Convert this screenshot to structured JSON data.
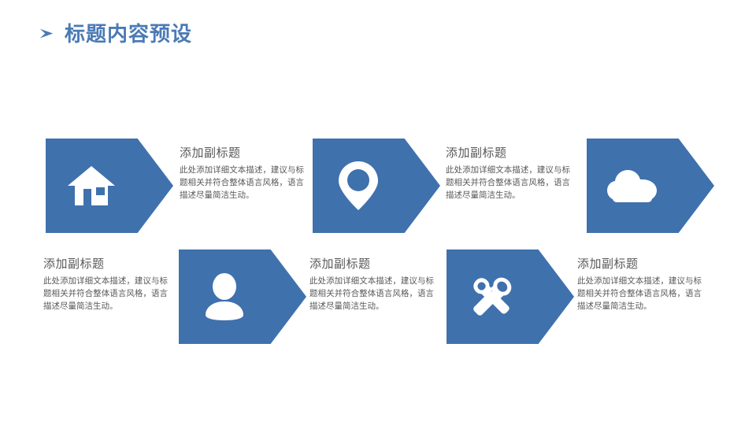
{
  "slide": {
    "background_color": "#ffffff",
    "accent_color": "#3f71ad",
    "title_color": "#4a7ab5",
    "text_color": "#595959"
  },
  "header": {
    "bullet_icon": "arrow-right-icon",
    "title": "标题内容预设"
  },
  "items": [
    {
      "icon": "home-icon",
      "heading": "添加副标题",
      "body": "此处添加详细文本描述，建议与标题相关并符合整体语言风格，语言描述尽量简洁生动。",
      "row": 1,
      "text_side": "right"
    },
    {
      "icon": "location-pin-icon",
      "heading": "添加副标题",
      "body": "此处添加详细文本描述，建议与标题相关并符合整体语言风格，语言描述尽量简洁生动。",
      "row": 1,
      "text_side": "right"
    },
    {
      "icon": "cloud-icon",
      "heading": "添加副标题",
      "body": "此处添加详细文本描述，建议与标题相关并符合整体语言风格，语言描述尽量简洁生动。",
      "row": 2,
      "text_side": "right"
    },
    {
      "icon": "user-icon",
      "heading": "添加副标题",
      "body": "此处添加详细文本描述，建议与标题相关并符合整体语言风格，语言描述尽量简洁生动。",
      "row": 2,
      "text_side": "left"
    },
    {
      "icon": "tools-icon",
      "heading": "添加副标题",
      "body": "此处添加详细文本描述，建议与标题相关并符合整体语言风格，语言描述尽量简洁生动。",
      "row": 2,
      "text_side": "left"
    }
  ]
}
